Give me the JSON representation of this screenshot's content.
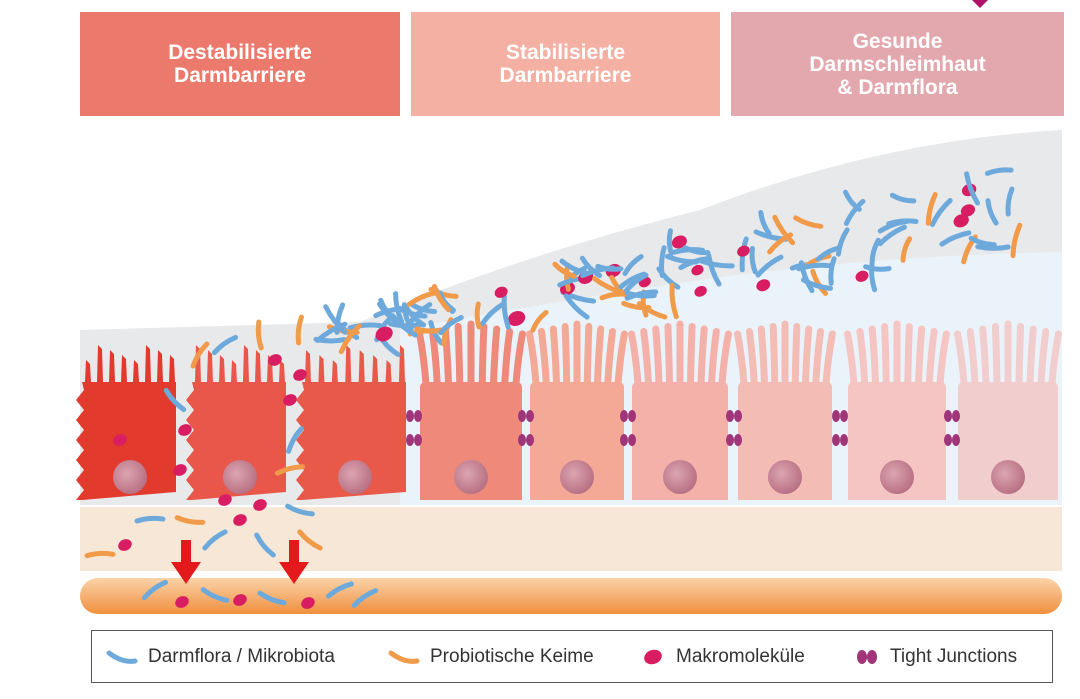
{
  "headers": [
    {
      "text": "Destabilisierte\nDarmbarriere",
      "color": "#ec7a6c"
    },
    {
      "text": "Stabilisierte\nDarmbarriere",
      "color": "#f4b0a2"
    },
    {
      "text": "Gesunde\nDarmschleimhaut\n& Darmflora",
      "color": "#e2a8ad"
    }
  ],
  "legend": {
    "items": [
      {
        "label": "Darmflora / Mikrobiota",
        "icon": "blue-rod-icon",
        "color": "#6ea9dc"
      },
      {
        "label": "Probiotische Keime",
        "icon": "orange-rod-icon",
        "color": "#f09a4a"
      },
      {
        "label": "Makromoleküle",
        "icon": "magenta-dot-icon",
        "color": "#d81d62"
      },
      {
        "label": "Tight Junctions",
        "icon": "double-dot-icon",
        "color": "#a0357a"
      }
    ]
  },
  "colors": {
    "mucus": "#e9eaec",
    "mucus_inner": "#eaf3fa",
    "lamina": "#f7e7d6",
    "vessel": "#f39c4f",
    "arrow": "#e3191c",
    "nucleus": "#c07a8c"
  }
}
